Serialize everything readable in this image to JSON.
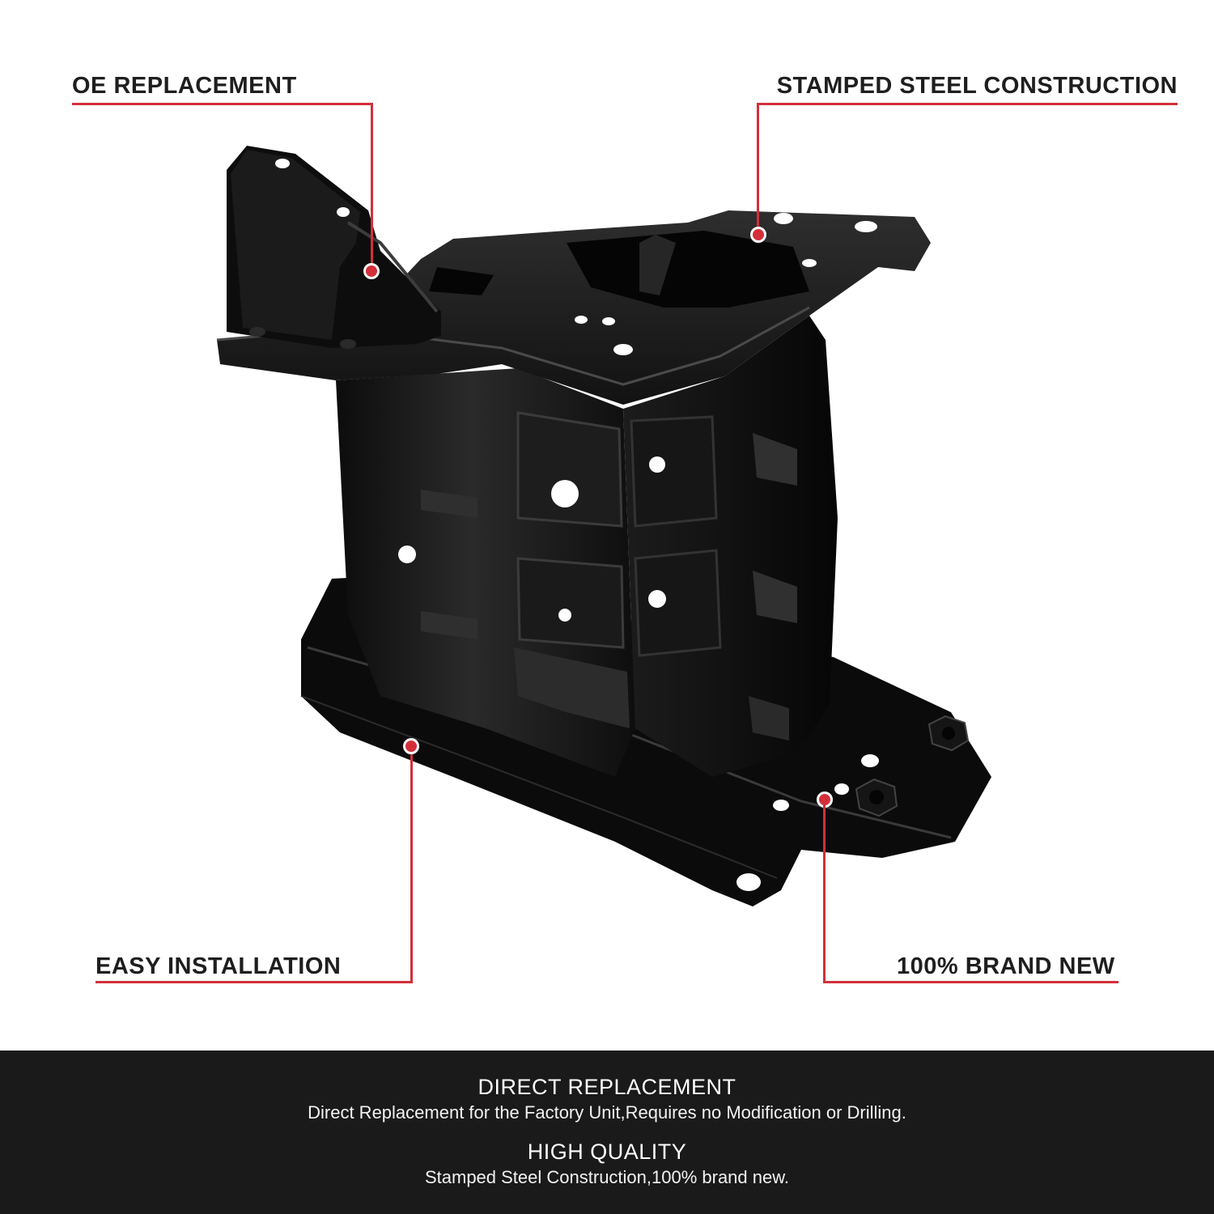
{
  "callouts": {
    "oe_replacement": "OE REPLACEMENT",
    "stamped_steel": "STAMPED STEEL CONSTRUCTION",
    "easy_installation": "EASY INSTALLATION",
    "brand_new": "100% BRAND NEW"
  },
  "footer": {
    "feature_1_title": "DIRECT REPLACEMENT",
    "feature_1_text": "Direct Replacement for the Factory Unit,Requires no Modification or Drilling.",
    "feature_2_title": "HIGH QUALITY",
    "feature_2_text": "Stamped Steel Construction,100% brand new."
  },
  "colors": {
    "accent": "#d32f3a",
    "footer_bg": "#1a1a1a",
    "product": "#111111"
  }
}
